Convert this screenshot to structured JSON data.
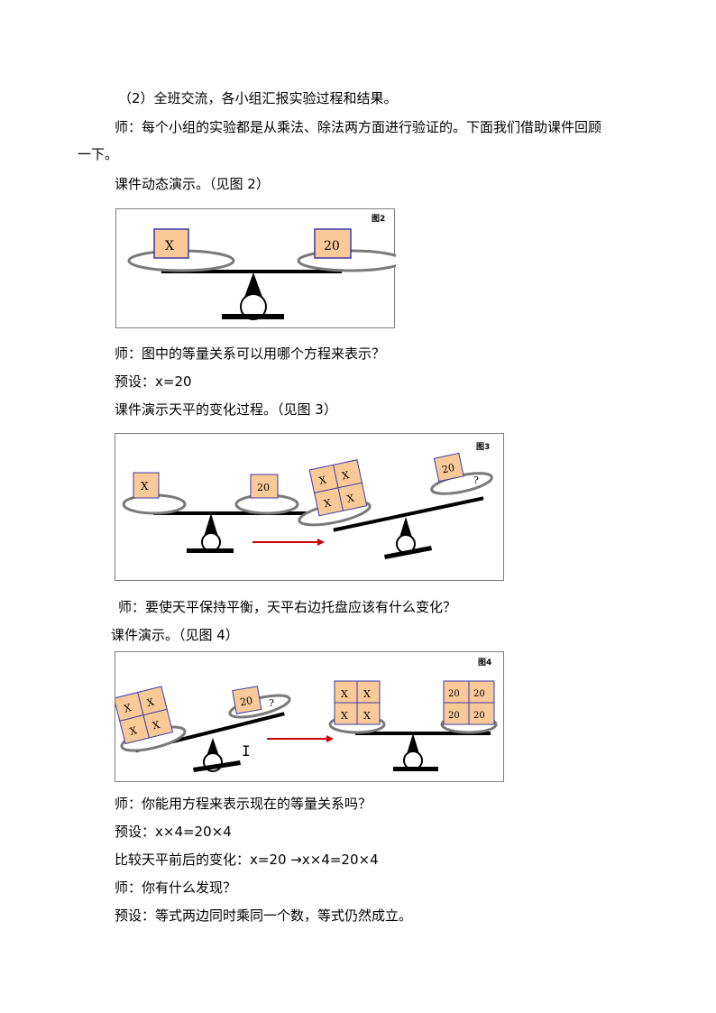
{
  "paragraphs": {
    "p1": "（2）全班交流，各小组汇报实验过程和结果。",
    "p2a": "师：每个小组的实验都是从乘法、除法两方面进行验证的。下面我们借助课件回顾",
    "p2b": "一下。",
    "p3": "课件动态演示。（见图 2）",
    "p4": "师：图中的等量关系可以用哪个方程来表示？",
    "p5": "预设：x=20",
    "p6": "课件演示天平的变化过程。（见图 3）",
    "p7": "师：要使天平保持平衡，天平右边托盘应该有什么变化？",
    "p8": "课件演示。（见图 4）",
    "p9": "师：你能用方程来表示现在的等量关系吗？",
    "p10": "预设：x×4=20×4",
    "p11": "比较天平前后的变化：x=20 →x×4=20×4",
    "p12": "师：你有什么发现？",
    "p13": "预设：等式两边同时乘同一个数，等式仍然成立。"
  },
  "figure2": {
    "label": "图2",
    "left_box": "X",
    "right_box": "20"
  },
  "figure3": {
    "label": "图3",
    "left_box": "X",
    "right_box": "20",
    "tilted_left": [
      "X",
      "X",
      "X",
      "X"
    ],
    "tilted_right": "20",
    "question": "?"
  },
  "figure4": {
    "label": "图4",
    "tilted_left": [
      "X",
      "X",
      "X",
      "X"
    ],
    "tilted_right": "20",
    "question": "?",
    "balanced_left": [
      "X",
      "X",
      "X",
      "X"
    ],
    "balanced_right": [
      "20",
      "20",
      "20",
      "20"
    ]
  },
  "colors": {
    "box_fill": "#fac998",
    "box_border": "#3a3aa8",
    "pan_stroke": "#7a7a7a",
    "arrow": "#cc0000"
  }
}
